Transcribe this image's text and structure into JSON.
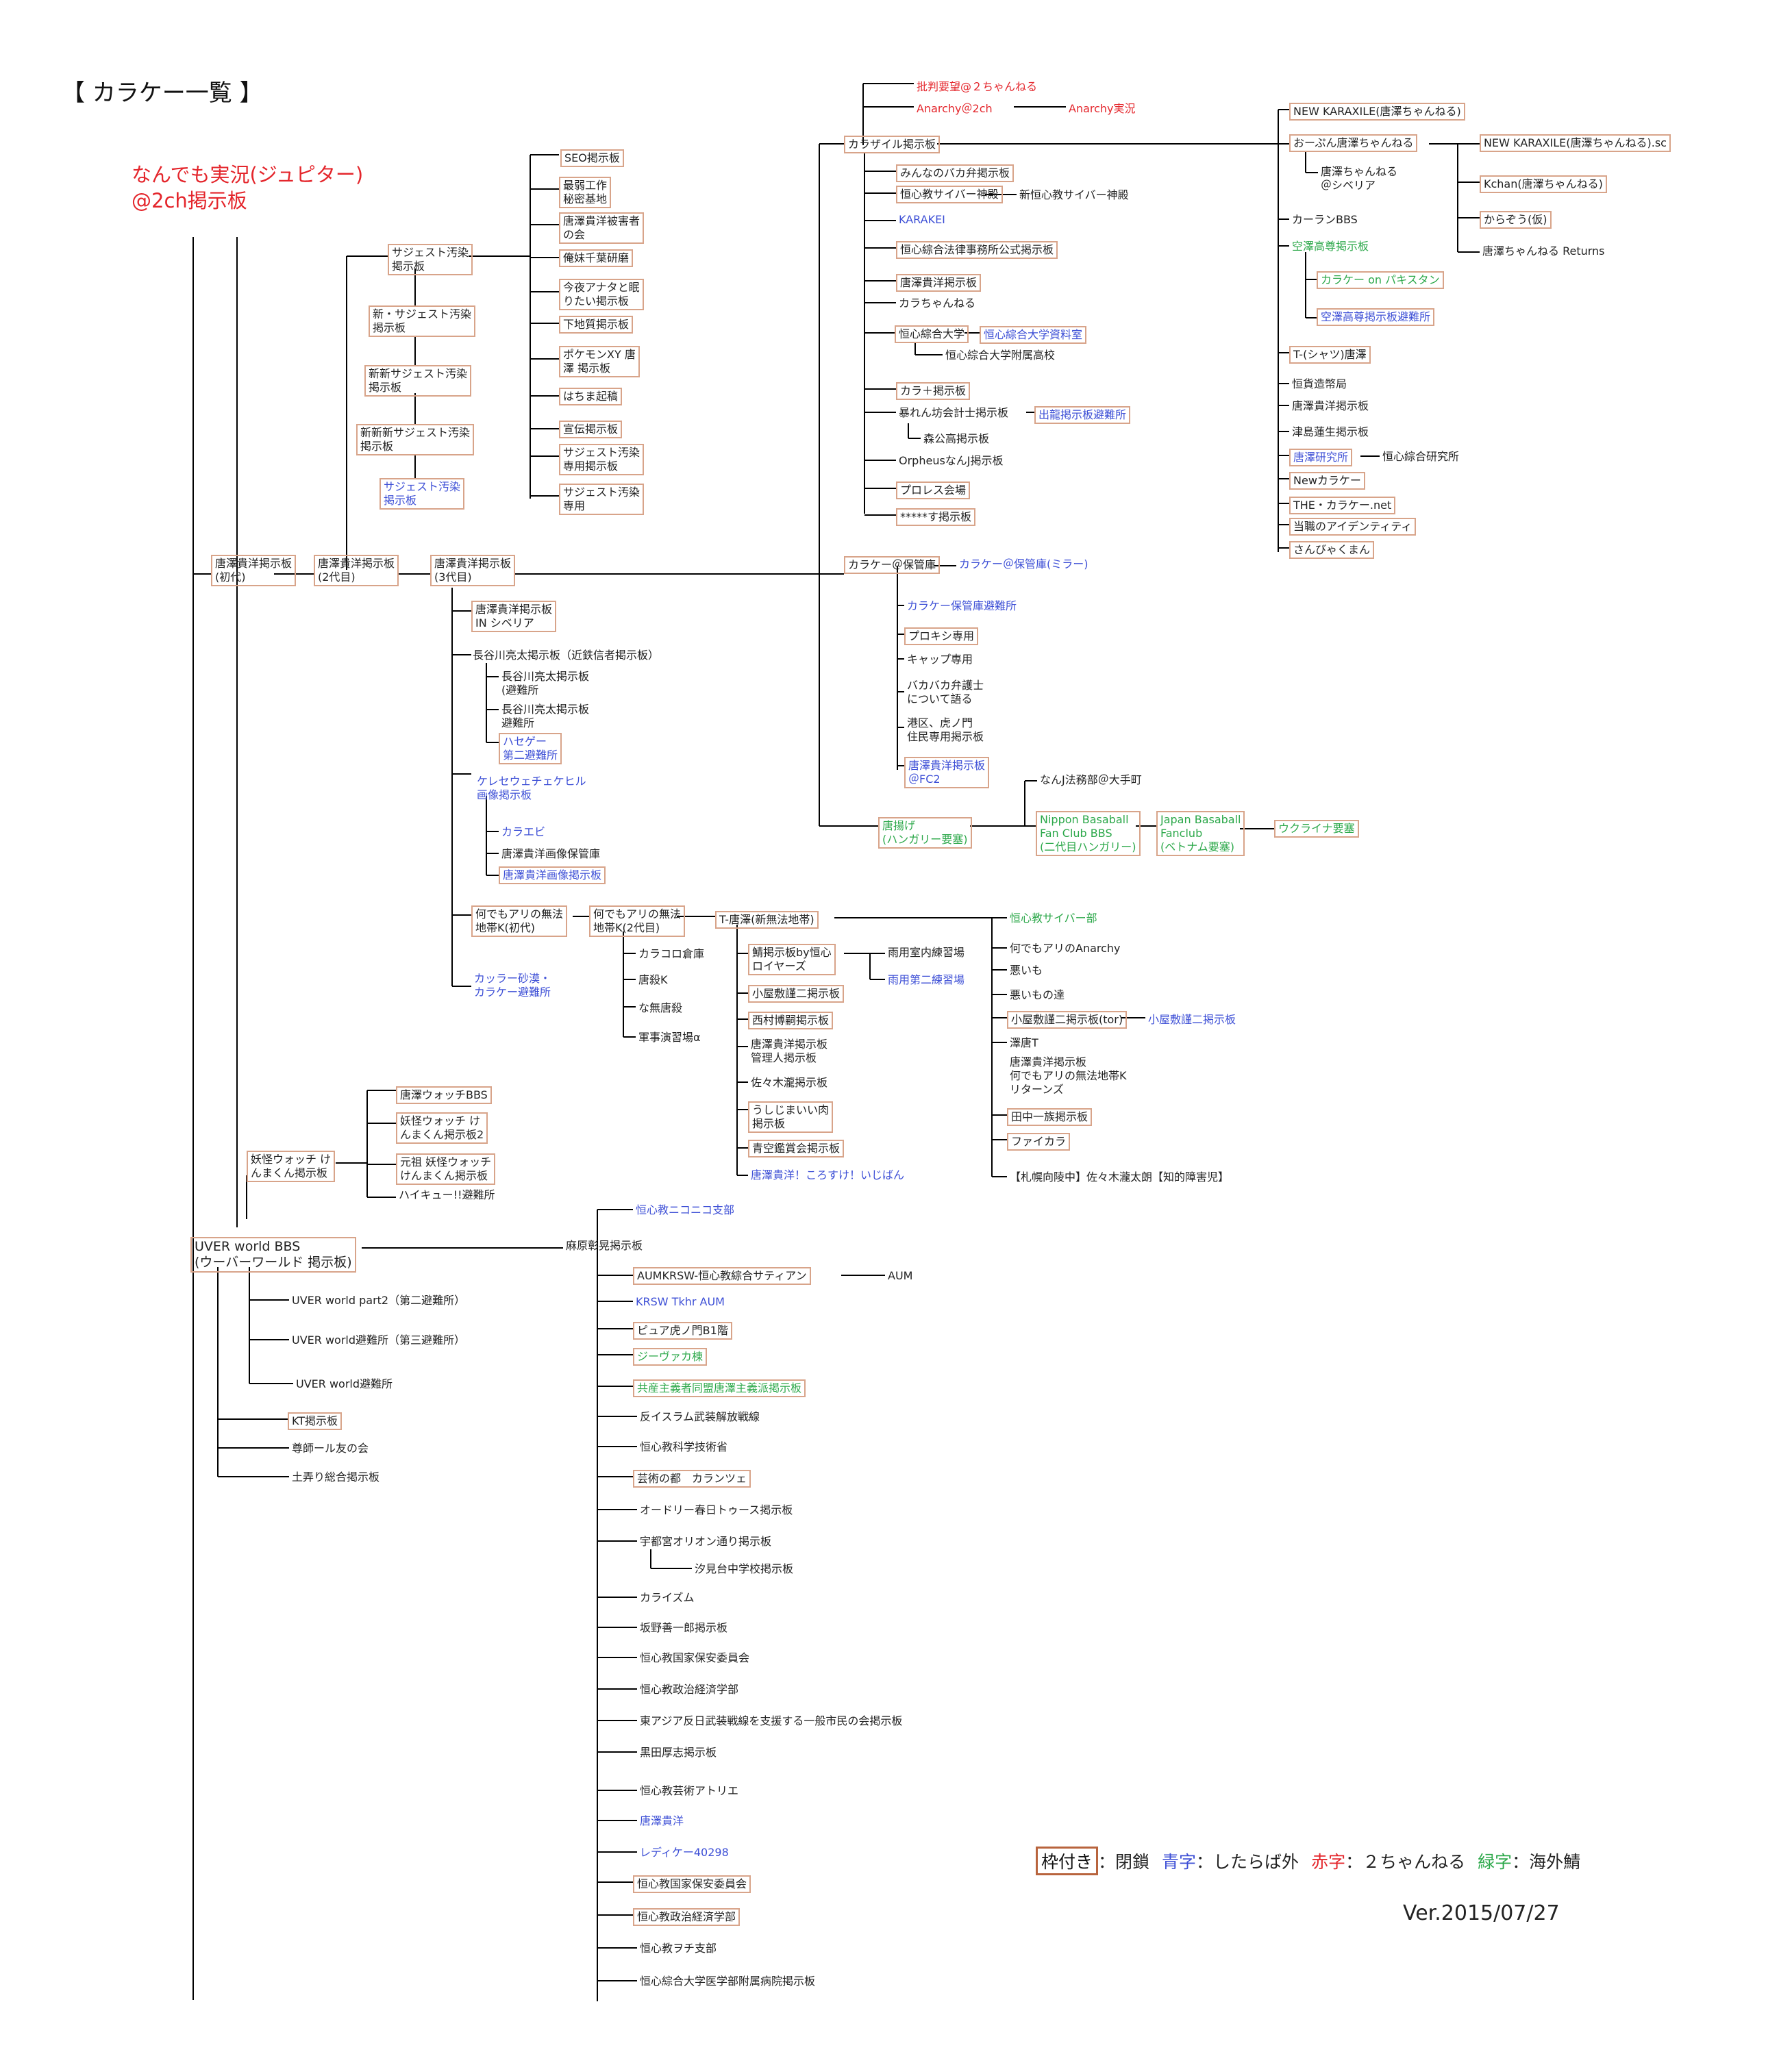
{
  "title": "【 カラケー一覧 】",
  "version": "Ver.2015/07/27",
  "legend": {
    "boxed": "枠付き",
    "boxed_desc": "：閉鎖",
    "blue": "青字",
    "blue_desc": "：したらば外",
    "red": "赤字",
    "red_desc": "：２ちゃんねる",
    "green": "緑字",
    "green_desc": "：海外鯖"
  },
  "colors": {
    "box_border": "#d8a48a",
    "blue": "#3d4fd6",
    "red": "#e4262c",
    "green": "#2ca84a",
    "line": "#000000"
  },
  "nodes": {
    "root": "なんでも実況(ジュピター)\n@2ch掲示板",
    "kr1": "唐澤貴洋掲示板\n(初代)",
    "kr2": "唐澤貴洋掲示板\n(2代目)",
    "kr3": "唐澤貴洋掲示板\n(3代目)",
    "sug1": "サジェスト汚染\n掲示板",
    "sug2": "新・サジェスト汚染\n掲示板",
    "sug3": "新新サジェスト汚染\n掲示板",
    "sug4": "新新新サジェスト汚染\n掲示板",
    "sug5": "サジェスト汚染\n掲示板",
    "seo": "SEO掲示板",
    "yowai": "最弱工作\n秘密基地",
    "higai": "唐澤貴洋被害者\nの会",
    "chiba": "俺妹千葉研磨",
    "konya": "今夜アナタと眠\nりたい掲示板",
    "shita": "下地質掲示板",
    "poke": "ポケモンXY 唐\n澤 掲示板",
    "hachi": "はちま起稿",
    "sente": "宣伝掲示板",
    "sugsen": "サジェスト汚染\n専用掲示板",
    "sugsen2": "サジェスト汚染\n専用",
    "hihan": "批判要望@２ちゃんねる",
    "anarchy2ch": "Anarchy＠2ch",
    "anarchyj": "Anarchy実況",
    "karazile": "カラザイル掲示板",
    "minnano": "みんなのバカ弁掲示板",
    "cyber": "恒心教サイバー神殿",
    "newcyber": "新恒心教サイバー神殿",
    "karakei": "KARAKEI",
    "sogo": "恒心綜合法律事務所公式掲示板",
    "karabo": "唐澤貴洋掲示板",
    "karachan": "カラちゃんねる",
    "daigaku": "恒心綜合大学",
    "shiryou": "恒心綜合大学資料室",
    "fuzoku": "恒心綜合大学附属高校",
    "karapl": "カラ＋掲示板",
    "abare": "暴れん坊会計士掲示板",
    "shutsuryu": "出龍掲示板避難所",
    "mori": "森公高掲示板",
    "orph": "OrpheusなんJ掲示板",
    "pro": "プロレス会場",
    "star": "*****す掲示板",
    "nk1": "NEW KARAXILE(唐澤ちゃんねる)",
    "open": "おーぷん唐澤ちゃんねる",
    "nksc": "NEW KARAXILE(唐澤ちゃんねる).sc",
    "sib": "唐澤ちゃんねる\n＠シベリア",
    "kchan": "Kchan(唐澤ちゃんねる)",
    "karaso": "からぞう(仮)",
    "returns": "唐澤ちゃんねる Returns",
    "karan": "カーランBBS",
    "kuuko": "空澤高尊掲示板",
    "pak": "カラケー on パキスタン",
    "kuukohi": "空澤高尊掲示板避難所",
    "tshirt": "T-(シャツ)唐澤",
    "koushi": "恒貨造幣局",
    "karabo2": "唐澤貴洋掲示板",
    "tsushima": "津島蓮生掲示板",
    "kenkyu": "唐澤研究所",
    "soken": "恒心綜合研究所",
    "newk": "Newカラケー",
    "the": "THE・カラケー.net",
    "iden": "当職のアイデンティティ",
    "sanbyaku": "さんびゃくまん",
    "hokan": "カラケー＠保管庫",
    "mirror": "カラケー＠保管庫(ミラー)",
    "hokanhi": "カラケー保管庫避難所",
    "proxy": "プロキシ専用",
    "cap": "キャップ専用",
    "bakabaka": "バカバカ弁護士\nについて語る",
    "minato": "港区、虎ノ門\n住民専用掲示板",
    "fc2": "唐澤貴洋掲示板\n＠FC2",
    "karaage": "唐揚げ\n(ハンガリー要塞)",
    "nanj": "なんJ法務部＠大手町",
    "nippon": "Nippon Basaball\nFan Club BBS\n(二代目ハンガリー)",
    "japan": "Japan Basaball\nFanclub\n(ベトナム要塞)",
    "ukraine": "ウクライナ要塞",
    "siberia_in": "唐澤貴洋掲示板\nIN シベリア",
    "hase": "長谷川亮太掲示板（近鉄信者掲示板）",
    "hase_hi": "長谷川亮太掲示板\n(避難所",
    "hase_hi2": "長谷川亮太掲示板\n避難所",
    "hasege": "ハセゲー\n第二避難所",
    "keresou": "ケレセウェチェケヒル\n画像掲示板",
    "karaebi": "カラエビ",
    "gazou1": "唐澤貴洋画像保管庫",
    "gazou2": "唐澤貴洋画像掲示板",
    "muhou1": "何でもアリの無法\n地帯K(初代)",
    "muhou2": "何でもアリの無法\n地帯K(2代目)",
    "tkara": "T-唐澤(新無法地帯)",
    "karakoro": "カラコロ倉庫",
    "touk": "唐殺K",
    "namu": "な無唐殺",
    "gunji": "軍事演習場α",
    "karra": "カッラー砂漠・\nカラケー避難所",
    "saba": "鯖掲示板by恒心\nロイヤーズ",
    "ameshitsu": "雨用室内練習場",
    "amedai": "雨用第二練習場",
    "koya": "小屋敷謹二掲示板",
    "nishi": "西村博嗣掲示板",
    "kanri": "唐澤貴洋掲示板\n管理人掲示板",
    "sasaki": "佐々木瀧掲示板",
    "ushi": "うしじまいい肉\n掲示板",
    "seikuu": "青空鑑賞会掲示板",
    "korosu": "唐澤貴洋！ころすけ！いじばん",
    "cyberbu": "恒心教サイバー部",
    "anyan": "何でもアリのAnarchy",
    "warui": "悪いも",
    "waruimono": "悪いもの達",
    "koyator": "小屋敷謹二掲示板(tor)",
    "koya2": "小屋敷謹二掲示板",
    "tou": "澤唐T",
    "karareturns": "唐澤貴洋掲示板\n何でもアリの無法地帯K\nリターンズ",
    "tanaka": "田中一族掲示板",
    "fight": "ファイカラ",
    "sapporo": "【札幌向陵中】佐々木瀧太朗【知的障害児】",
    "watch": "唐澤ウォッチBBS",
    "youkai1": "妖怪ウォッチ け\nんまくん掲示板2",
    "youkai2": "元祖 妖怪ウォッチ\nけんまくん掲示板",
    "haikyu": "ハイキュー!!避難所",
    "youkai": "妖怪ウォッチ け\nんまくん掲示板",
    "uver": "UVER world BBS\n(ウーバーワールド 掲示板)",
    "uver2": "UVER world part2（第二避難所）",
    "uver3": "UVER world避難所（第三避難所）",
    "uverhi": "UVER world避難所",
    "kt": "KT掲示板",
    "sonshi": "尊師ール友の会",
    "tsuchi": "土弄り総合掲示板",
    "asahara": "麻原彰晃掲示板",
    "niconico": "恒心教ニコニコ支部",
    "aum": "AUMKRSW-恒心教綜合サティアン",
    "aum2": "AUM",
    "krsw": "KRSW Tkhr AUM",
    "pure": "ピュア虎ノ門B1階",
    "jivaka": "ジーヴァカ棟",
    "kyosan": "共産主義者同盟唐澤主義派掲示板",
    "islam": "反イスラム武装解放戦線",
    "kagaku": "恒心教科学技術省",
    "geijutsu": "芸術の都　カランツェ",
    "audrey": "オードリー春日トゥース掲示板",
    "utsu": "宇都宮オリオン通り掲示板",
    "shiomi": "汐見台中学校掲示板",
    "karaism": "カライズム",
    "sakano": "坂野善一郎掲示板",
    "kokka1": "恒心教国家保安委員会",
    "seiji1": "恒心教政治経済学部",
    "east": "東アジア反日武装戦線を支援する一般市民の会掲示板",
    "kuroda": "黒田厚志掲示板",
    "atelier": "恒心教芸術アトリエ",
    "kara_b": "唐澤貴洋",
    "lady": "レディケー40298",
    "kokka2": "恒心教国家保安委員会",
    "seiji2": "恒心教政治経済学部",
    "nazi": "恒心教ヲチ支部",
    "igaku": "恒心綜合大学医学部附属病院掲示板"
  }
}
